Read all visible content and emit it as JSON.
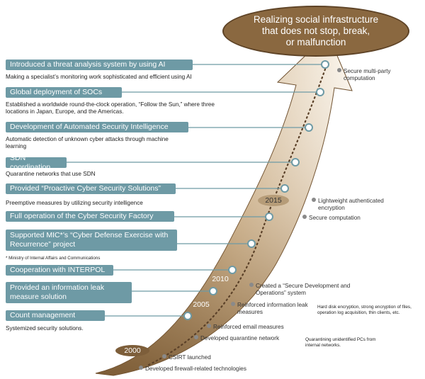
{
  "goal": {
    "text": "Realizing social infrastructure\nthat does not stop, break,\nor malfunction"
  },
  "milestones": [
    {
      "label": "Introduced a threat analysis system by using AI",
      "description": "Making a specialist’s monitoring work sophisticated and efficient using AI"
    },
    {
      "label": "Global deployment of SOCs",
      "description": "Established a worldwide  round-the-clock operation, “Follow the Sun,” where three locations in Japan, Europe, and the Americas."
    },
    {
      "label": "Development of Automated Security Intelligence",
      "description": "Automatic detection of unknown cyber attacks through machine learning"
    },
    {
      "label": "SDN coordination",
      "description": "Quarantine networks that use SDN"
    },
    {
      "label": "Provided “Proactive Cyber Security Solutions”",
      "description": "Preemptive measures by utilizing security intelligence"
    },
    {
      "label": "Full operation of the Cyber Security Factory",
      "description": ""
    },
    {
      "label": "Supported MIC*’s “Cyber Defense Exercise with Recurrence” project",
      "description": "",
      "footnote": "* Ministry of Internal Affairs and Communications"
    },
    {
      "label": "Cooperation with INTERPOL",
      "description": ""
    },
    {
      "label": "Provided an information leak measure solution",
      "description": ""
    },
    {
      "label": "Count management",
      "description": "Systemized security solutions."
    }
  ],
  "years": [
    "2000",
    "2005",
    "2010",
    "2015"
  ],
  "technologies": [
    "Secure multi-party computation",
    "Lightweight authenticated encryption",
    "Secure computation",
    "Created a “Secure Development and Operations” system",
    "Reinforced information leak measures",
    "Reinforced email measures",
    "Developed quarantine network",
    "CSIRT launched",
    "Developed firewall-related technologies"
  ],
  "notes": {
    "encryption": "Hard disk encryption, strong encryption of files, operation log acquisition, thin clients, etc.",
    "quarantine": "Quarantining unidentified PCs from internal networks."
  },
  "colors": {
    "box": "#6e9aa5",
    "arrow_dark": "#7a5a34",
    "arrow_light": "#fbf6ee",
    "goal": "#8a6840",
    "dot": "#8a8a8a"
  }
}
